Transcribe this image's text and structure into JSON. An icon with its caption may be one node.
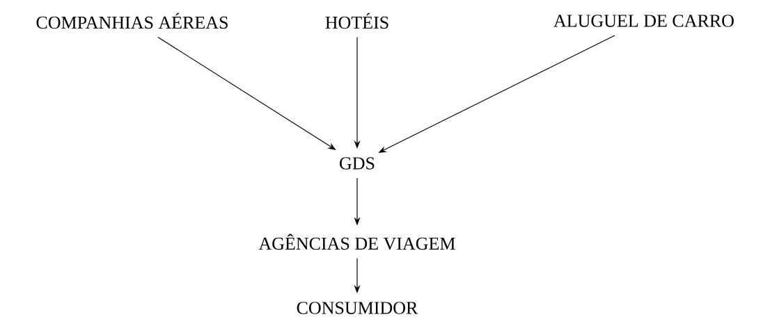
{
  "diagram": {
    "nodes": [
      {
        "text": [
          "COMPANHIAS AÉREAS"
        ]
      },
      {
        "text": [
          "HOTÉIS"
        ]
      },
      {
        "text": [
          "ALUGUEL DE CARRO"
        ]
      },
      {
        "text": [
          "GDS"
        ]
      },
      {
        "text": [
          "AGÊNCIAS DE VIAGEM"
        ]
      },
      {
        "text": [
          "CONSUMIDOR"
        ]
      }
    ],
    "edges": [
      {
        "from": 0,
        "to": 3,
        "arrow": "to"
      },
      {
        "from": 1,
        "to": 3,
        "arrow": "to"
      },
      {
        "from": 2,
        "to": 3,
        "arrow": "to"
      },
      {
        "from": 3,
        "to": 4,
        "arrow": "to"
      },
      {
        "from": 4,
        "to": 5,
        "arrow": "to"
      }
    ]
  }
}
